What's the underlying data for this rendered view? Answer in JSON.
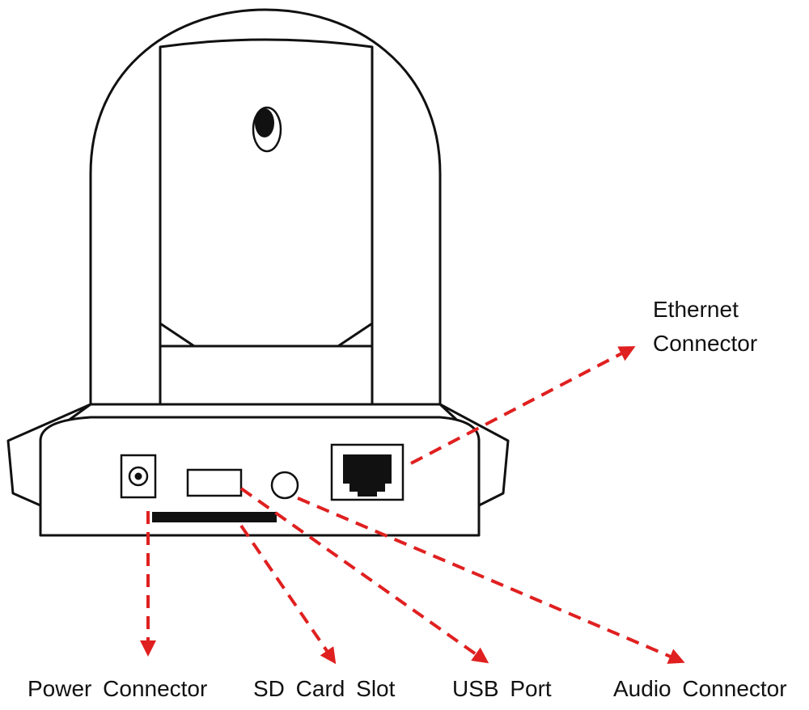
{
  "labels": {
    "ethernet_line1": "Ethernet",
    "ethernet_line2": "Connector",
    "power": "Power Connector",
    "sd": "SD Card Slot",
    "usb": "USB Port",
    "audio": "Audio Connector"
  },
  "colors": {
    "outline": "#111111",
    "arrow": "#e02020",
    "background": "#ffffff"
  },
  "icons": {
    "lens": "camera-lens-icon",
    "power": "dc-jack-icon",
    "usb": "usb-port-icon",
    "audio": "audio-jack-icon",
    "ethernet": "rj45-port-icon",
    "sd": "sd-slot-icon"
  }
}
